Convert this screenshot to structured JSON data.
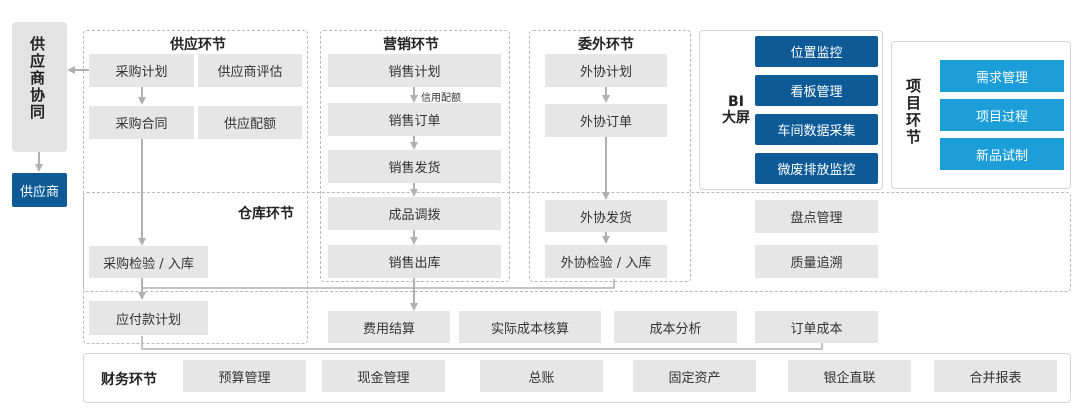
{
  "supplier_collab": {
    "title": "供应商协同",
    "supplier": "供应商"
  },
  "supply": {
    "title": "供应环节",
    "items": [
      "采购计划",
      "供应商评估",
      "采购合同",
      "供应配额"
    ]
  },
  "marketing": {
    "title": "营销环节",
    "items": [
      "销售计划",
      "销售订单",
      "销售发货"
    ],
    "note": "信用配额"
  },
  "outsourcing": {
    "title": "委外环节",
    "items": [
      "外协计划",
      "外协订单"
    ]
  },
  "bi": {
    "title_line1": "BI",
    "title_line2": "大屏",
    "items": [
      "位置监控",
      "看板管理",
      "车间数据采集",
      "微废排放监控"
    ]
  },
  "project": {
    "title": "项目环节",
    "items": [
      "需求管理",
      "项目过程",
      "新品试制"
    ]
  },
  "warehouse": {
    "title": "仓库环节",
    "items": [
      "采购检验 / 入库",
      "成品调拨",
      "销售出库",
      "外协发货",
      "外协检验 / 入库",
      "盘点管理",
      "质量追溯"
    ]
  },
  "cost": {
    "items": [
      "应付款计划",
      "费用结算",
      "实际成本核算",
      "成本分析",
      "订单成本"
    ]
  },
  "finance": {
    "title": "财务环节",
    "items": [
      "预算管理",
      "现金管理",
      "总账",
      "固定资产",
      "银企直联",
      "合并报表"
    ]
  },
  "colors": {
    "bi_blue": "#0d5a97",
    "project_blue": "#1c9ed9",
    "box_gray": "#e6e6e6",
    "arrow_gray": "#b0b0b0"
  }
}
